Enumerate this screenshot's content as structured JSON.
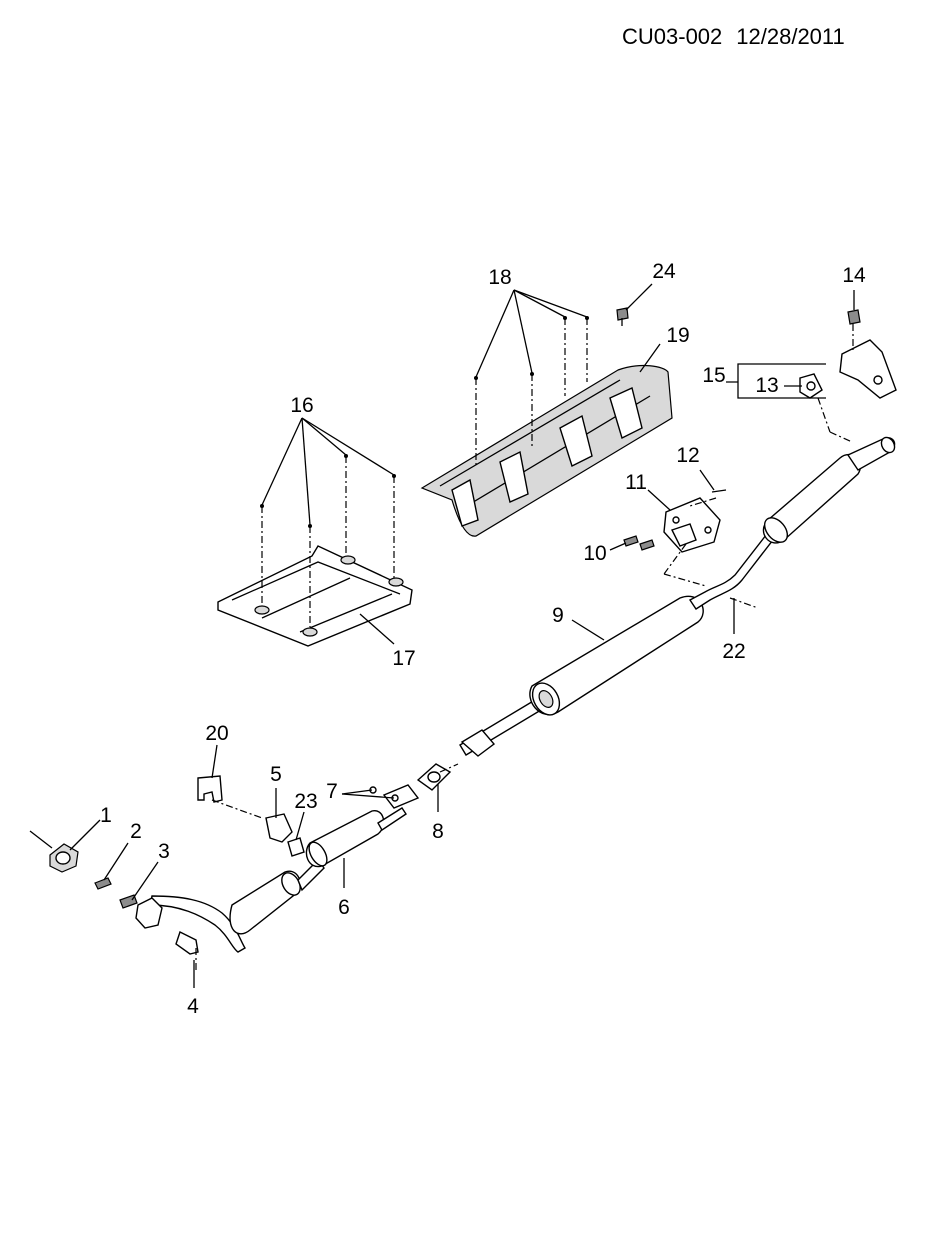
{
  "header": {
    "drawing_code": "CU03-002",
    "date": "12/28/2011"
  },
  "callouts": [
    {
      "id": "1",
      "label": "1"
    },
    {
      "id": "2",
      "label": "2"
    },
    {
      "id": "3",
      "label": "3"
    },
    {
      "id": "4",
      "label": "4"
    },
    {
      "id": "5",
      "label": "5"
    },
    {
      "id": "6",
      "label": "6"
    },
    {
      "id": "7",
      "label": "7"
    },
    {
      "id": "8",
      "label": "8"
    },
    {
      "id": "9",
      "label": "9"
    },
    {
      "id": "10",
      "label": "10"
    },
    {
      "id": "11",
      "label": "11"
    },
    {
      "id": "12",
      "label": "12"
    },
    {
      "id": "13",
      "label": "13"
    },
    {
      "id": "14",
      "label": "14"
    },
    {
      "id": "15",
      "label": "15"
    },
    {
      "id": "16",
      "label": "16"
    },
    {
      "id": "17",
      "label": "17"
    },
    {
      "id": "18",
      "label": "18"
    },
    {
      "id": "19",
      "label": "19"
    },
    {
      "id": "20",
      "label": "20"
    },
    {
      "id": "22",
      "label": "22"
    },
    {
      "id": "23",
      "label": "23"
    },
    {
      "id": "24",
      "label": "24"
    }
  ]
}
